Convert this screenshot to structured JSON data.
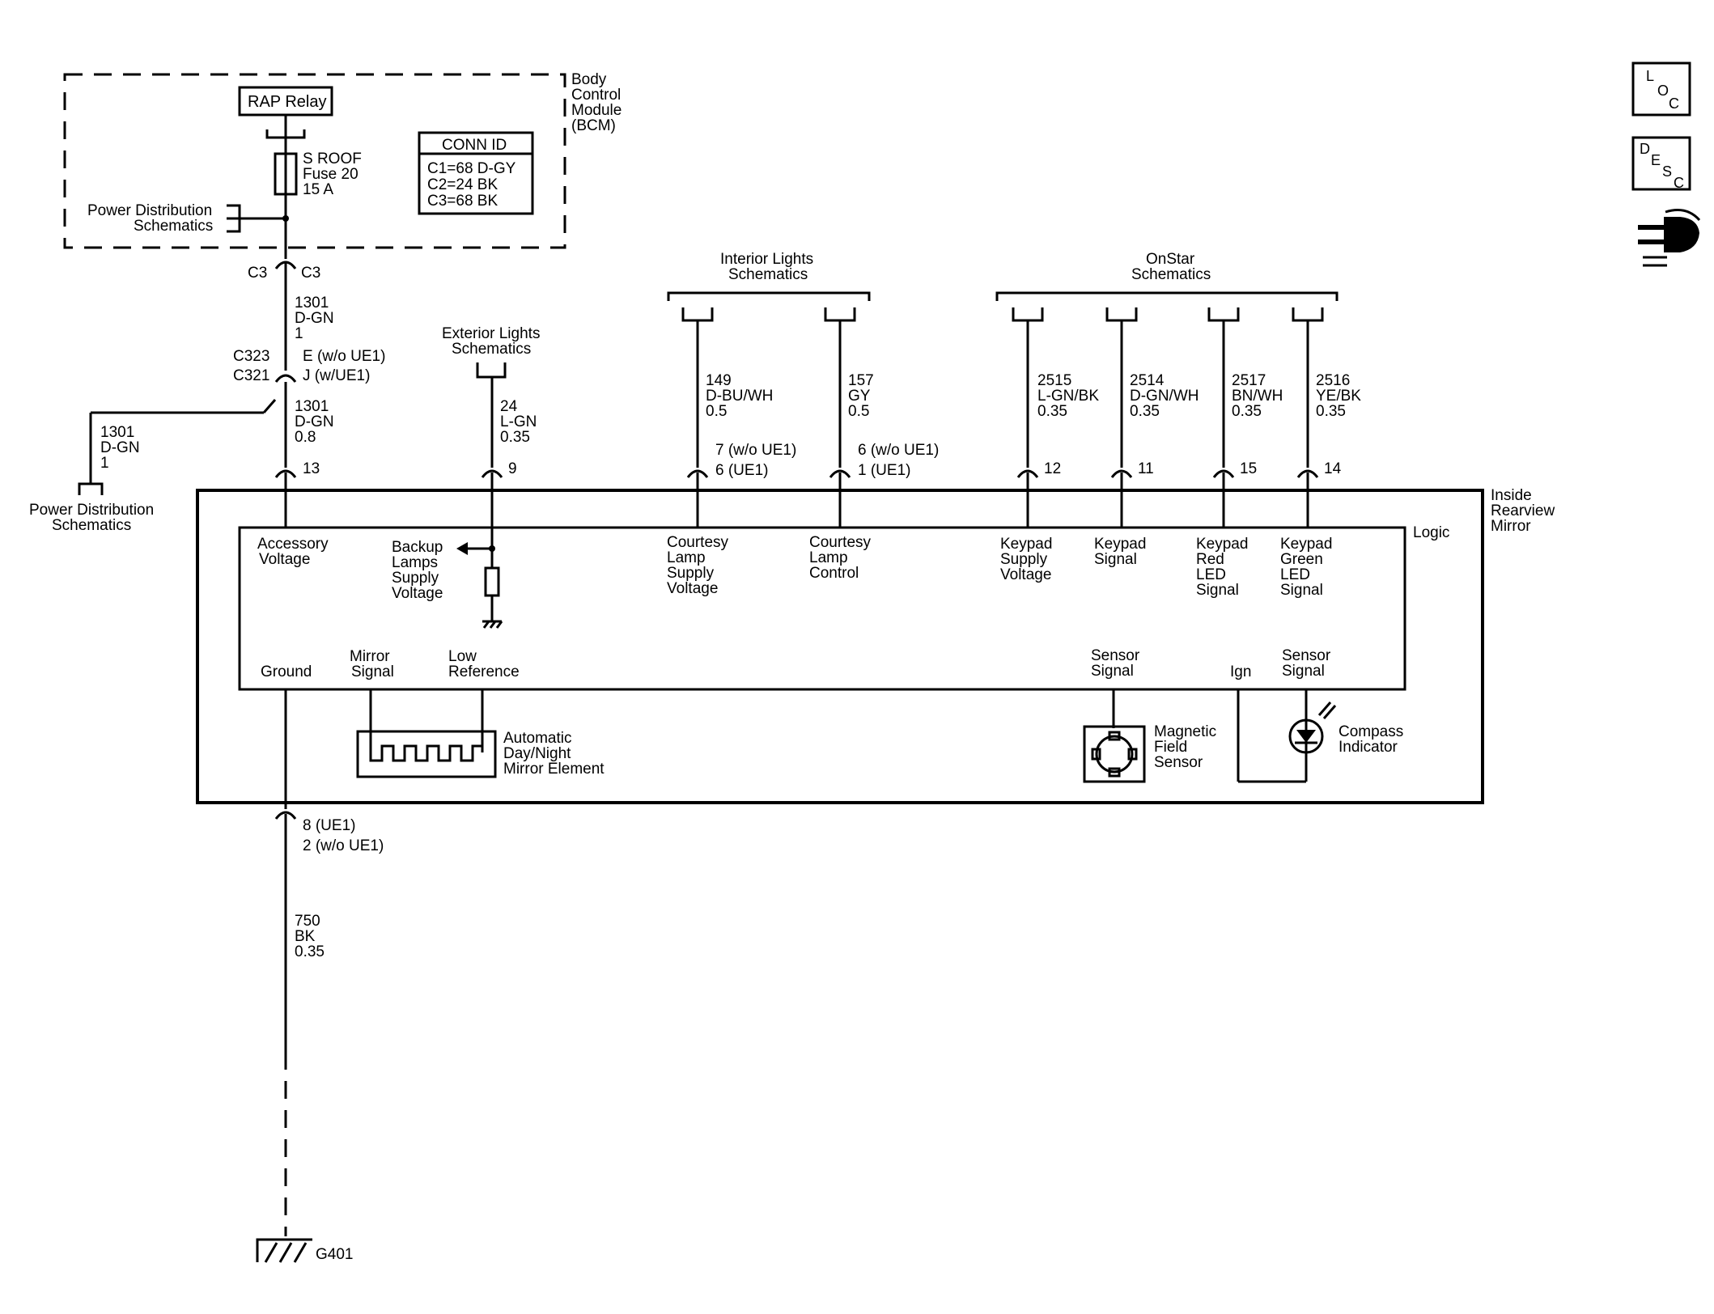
{
  "bcm": {
    "label_lines": [
      "Body",
      "Control",
      "Module",
      "(BCM)"
    ],
    "relay_label": "RAP Relay",
    "fuse_lines": [
      "S ROOF",
      "Fuse 20",
      "15 A"
    ],
    "conn_id": {
      "title": "CONN ID",
      "rows": [
        "C1=68 D-GY",
        "C2=24 BK",
        "C3=68 BK"
      ]
    },
    "power_dist_lines": [
      "Power Distribution",
      "Schematics"
    ]
  },
  "connectors": {
    "c3_left": "C3",
    "c3_right": "C3",
    "c323": "C323",
    "c321": "C321",
    "e_wo_ue1": "E (w/o UE1)",
    "j_w_ue1": "J (w/UE1)"
  },
  "wires": {
    "w1301_top": [
      "1301",
      "D-GN",
      "1"
    ],
    "w1301_mid": [
      "1301",
      "D-GN",
      "0.8"
    ],
    "w1301_left": [
      "1301",
      "D-GN",
      "1"
    ],
    "w24": [
      "24",
      "L-GN",
      "0.35"
    ],
    "w149": [
      "149",
      "D-BU/WH",
      "0.5"
    ],
    "w157": [
      "157",
      "GY",
      "0.5"
    ],
    "w2515": [
      "2515",
      "L-GN/BK",
      "0.35"
    ],
    "w2514": [
      "2514",
      "D-GN/WH",
      "0.35"
    ],
    "w2517": [
      "2517",
      "BN/WH",
      "0.35"
    ],
    "w2516": [
      "2516",
      "YE/BK",
      "0.35"
    ],
    "w750": [
      "750",
      "BK",
      "0.35"
    ]
  },
  "refs": {
    "power_dist_left": [
      "Power Distribution",
      "Schematics"
    ],
    "exterior_lights": [
      "Exterior Lights",
      "Schematics"
    ],
    "interior_lights": [
      "Interior Lights",
      "Schematics"
    ],
    "onstar": [
      "OnStar",
      "Schematics"
    ]
  },
  "pins": {
    "p13": "13",
    "p9": "9",
    "p7": "7 (w/o UE1)",
    "p6ue1": "6 (UE1)",
    "p6wo": "6 (w/o UE1)",
    "p1ue1": "1 (UE1)",
    "p12": "12",
    "p11": "11",
    "p15": "15",
    "p14": "14",
    "p8ue1": "8 (UE1)",
    "p2wo": "2 (w/o UE1)"
  },
  "mirror": {
    "label_lines": [
      "Inside",
      "Rearview",
      "Mirror"
    ],
    "logic_label": "Logic",
    "accessory_voltage": [
      "Accessory",
      "Voltage"
    ],
    "backup_lamps": [
      "Backup",
      "Lamps",
      "Supply",
      "Voltage"
    ],
    "courtesy_supply": [
      "Courtesy",
      "Lamp",
      "Supply",
      "Voltage"
    ],
    "courtesy_control": [
      "Courtesy",
      "Lamp",
      "Control"
    ],
    "keypad_supply": [
      "Keypad",
      "Supply",
      "Voltage"
    ],
    "keypad_signal": [
      "Keypad",
      "Signal"
    ],
    "keypad_red": [
      "Keypad",
      "Red",
      "LED",
      "Signal"
    ],
    "keypad_green": [
      "Keypad",
      "Green",
      "LED",
      "Signal"
    ],
    "ground": "Ground",
    "mirror_signal": [
      "Mirror",
      "Signal"
    ],
    "low_reference": [
      "Low",
      "Reference"
    ],
    "sensor_signal_left": [
      "Sensor",
      "Signal"
    ],
    "ign": "Ign",
    "sensor_signal_right": [
      "Sensor",
      "Signal"
    ],
    "auto_dimming": [
      "Automatic",
      "Day/Night",
      "Mirror Element"
    ],
    "magnetic_sensor": [
      "Magnetic",
      "Field",
      "Sensor"
    ],
    "compass": [
      "Compass",
      "Indicator"
    ]
  },
  "ground": {
    "label": "G401"
  },
  "nav": {
    "loc": [
      "L",
      "O",
      "C"
    ],
    "desc": [
      "D",
      "E",
      "S",
      "C"
    ]
  }
}
